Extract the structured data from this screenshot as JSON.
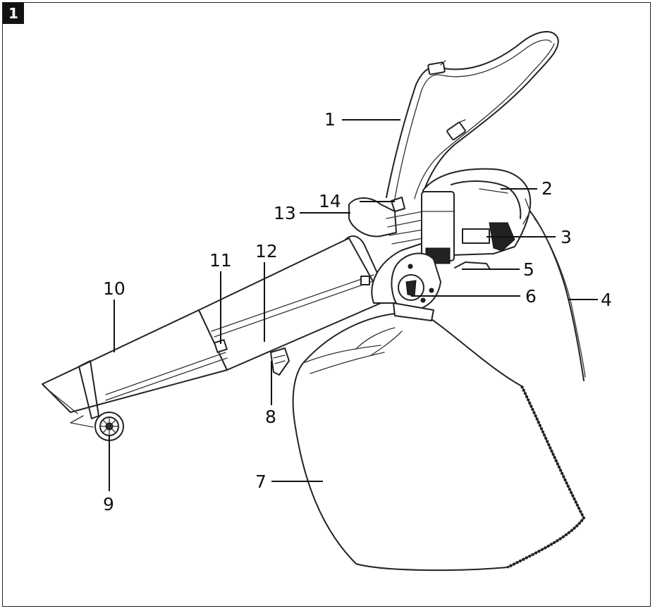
{
  "figure": {
    "badge": "1",
    "callouts": [
      {
        "id": "strap",
        "label": "1"
      },
      {
        "id": "handle",
        "label": "2"
      },
      {
        "id": "switch",
        "label": "3"
      },
      {
        "id": "cable",
        "label": "4"
      },
      {
        "id": "cable-hook",
        "label": "5"
      },
      {
        "id": "speed-dial",
        "label": "6"
      },
      {
        "id": "collection-bag",
        "label": "7"
      },
      {
        "id": "bag-clip",
        "label": "8"
      },
      {
        "id": "wheel",
        "label": "9"
      },
      {
        "id": "tube-lower",
        "label": "10"
      },
      {
        "id": "tube-lock",
        "label": "11"
      },
      {
        "id": "tube-upper",
        "label": "12"
      },
      {
        "id": "aux-handle",
        "label": "13"
      },
      {
        "id": "strap-eyelet",
        "label": "14"
      }
    ]
  }
}
